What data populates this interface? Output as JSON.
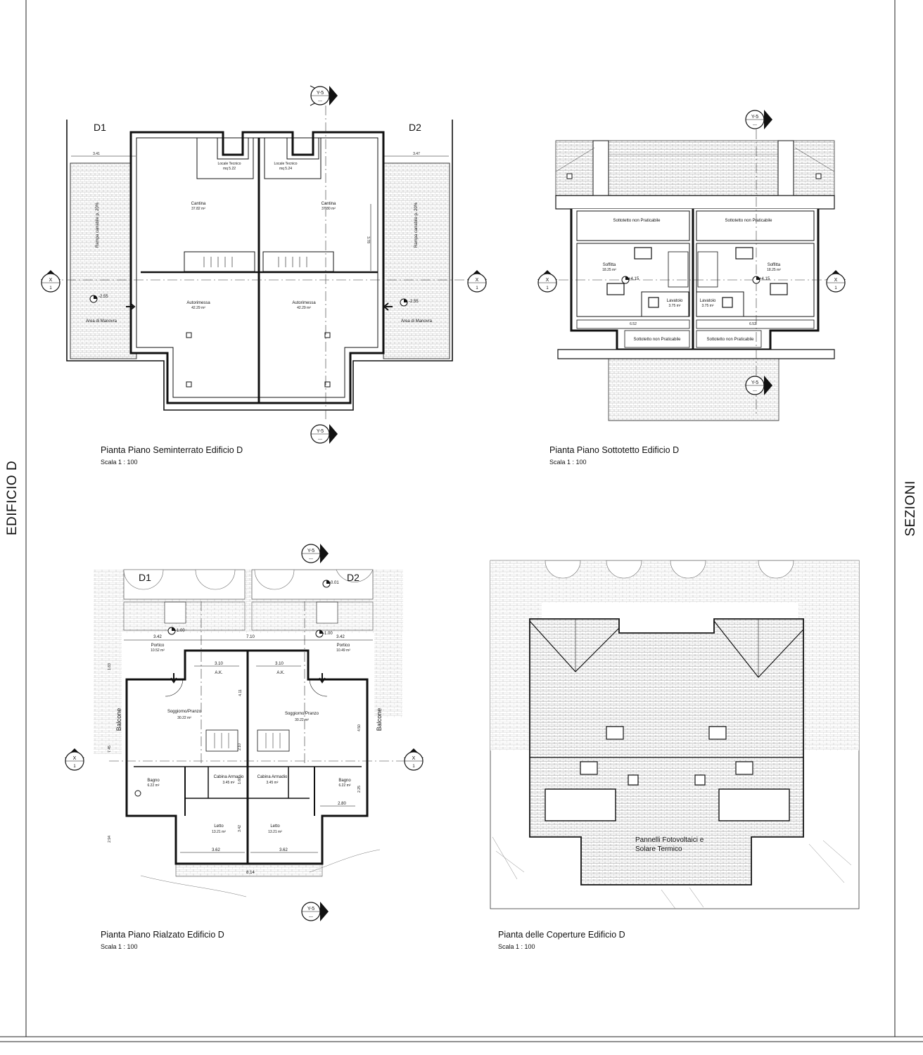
{
  "sheet": {
    "left_side_label": "EDIFICIO D",
    "right_side_label": "SEZIONI",
    "scale_label": "Scala 1 : 100"
  },
  "plans": {
    "basement": {
      "title": "Pianta Piano Seminterrato Edificio D",
      "unit_left": "D1",
      "unit_right": "D2",
      "dim_left": "3.41",
      "dim_right": "3.47",
      "dim_height": "3.78",
      "tech_left": "Locale Tecnico",
      "tech_left_area": "mq 5.22",
      "tech_right": "Locale Tecnico",
      "tech_right_area": "mq 5.24",
      "cellar_left": "Cantina",
      "cellar_left_area": "37.82 m²",
      "cellar_right": "Cantina",
      "cellar_right_area": "37.80 m²",
      "garage_left": "Autorimessa",
      "garage_left_area": "42.29 m²",
      "garage_right": "Autorimessa",
      "garage_right_area": "42.29 m²",
      "ramp_left": "Rampa carrabile p. 20%",
      "ramp_right": "Rampa carrabile p. 20%",
      "maneuver_left": "Area di Manovra",
      "maneuver_right": "Area di Manovra",
      "level_left": "-2.55",
      "level_right": "-2.55"
    },
    "attic": {
      "title": "Pianta Piano Sottotetto Edificio D",
      "nonwalk_1": "Sottotetto non Praticabile",
      "nonwalk_2": "Sottotetto non Praticabile",
      "nonwalk_3": "Sottotetto non Praticabile",
      "nonwalk_4": "Sottotetto non Praticabile",
      "loft_left": "Soffitta",
      "loft_left_area": "18.25 m²",
      "loft_right": "Soffitta",
      "loft_right_area": "18.25 m²",
      "laundry_left": "Lavatoio",
      "laundry_left_area": "3.75 m²",
      "laundry_right": "Lavatoio",
      "laundry_right_area": "3.75 m²",
      "level_left": "+4.15",
      "level_right": "+4.15",
      "dim_left": "6.52",
      "dim_right": "6.52"
    },
    "ground": {
      "title": "Pianta Piano Rialzato Edificio D",
      "unit_left": "D1",
      "unit_right": "D2",
      "level_top": "-0.01",
      "level_left": "-1.00",
      "level_right": "-1.00",
      "porch_left": "Portico",
      "porch_left_area": "10.52 m²",
      "porch_right": "Portico",
      "porch_right_area": "10.49 m²",
      "ak_left": "A.K.",
      "ak_right": "A.K.",
      "living_left": "Soggiorno/Pranzo",
      "living_left_area": "30.22 m²",
      "living_right": "Soggiorno/Pranzo",
      "living_right_area": "30.22 m²",
      "balcony_left": "Balcone",
      "balcony_right": "Balcone",
      "bath_left": "Bagno",
      "bath_left_area": "6.22 m²",
      "bath_right": "Bagno",
      "bath_right_area": "6.22 m²",
      "closet_left": "Cabina Armadio",
      "closet_left_area": "3.45 m²",
      "closet_right": "Cabina Armadio",
      "closet_right_area": "3.45 m²",
      "bed_left": "Letto",
      "bed_left_area": "13.21 m²",
      "bed_right": "Letto",
      "bed_right_area": "13.21 m²",
      "dim_a": "3.42",
      "dim_b": "7.10",
      "dim_c": "3.42",
      "dim_d": "3.10",
      "dim_e": "3.10",
      "dim_f": "4.11",
      "dim_g": "4.50",
      "dim_h": "7.45",
      "dim_i": "2.10",
      "dim_j": "1.60",
      "dim_k": "2.25",
      "dim_l": "2.80",
      "dim_m": "3.42",
      "dim_n": "2.94",
      "dim_o": "3.62",
      "dim_p": "3.62",
      "dim_q": "8.14",
      "dim_r": "1.83"
    },
    "roof": {
      "title": "Pianta delle Coperture Edificio D",
      "panels_line1": "Pannelli Fotovoltaici e",
      "panels_line2": "Solare Termico"
    }
  },
  "markers": {
    "section_y": "Y-5",
    "section_y_sub": "---",
    "section_x": "X",
    "section_x_sub": "1"
  }
}
